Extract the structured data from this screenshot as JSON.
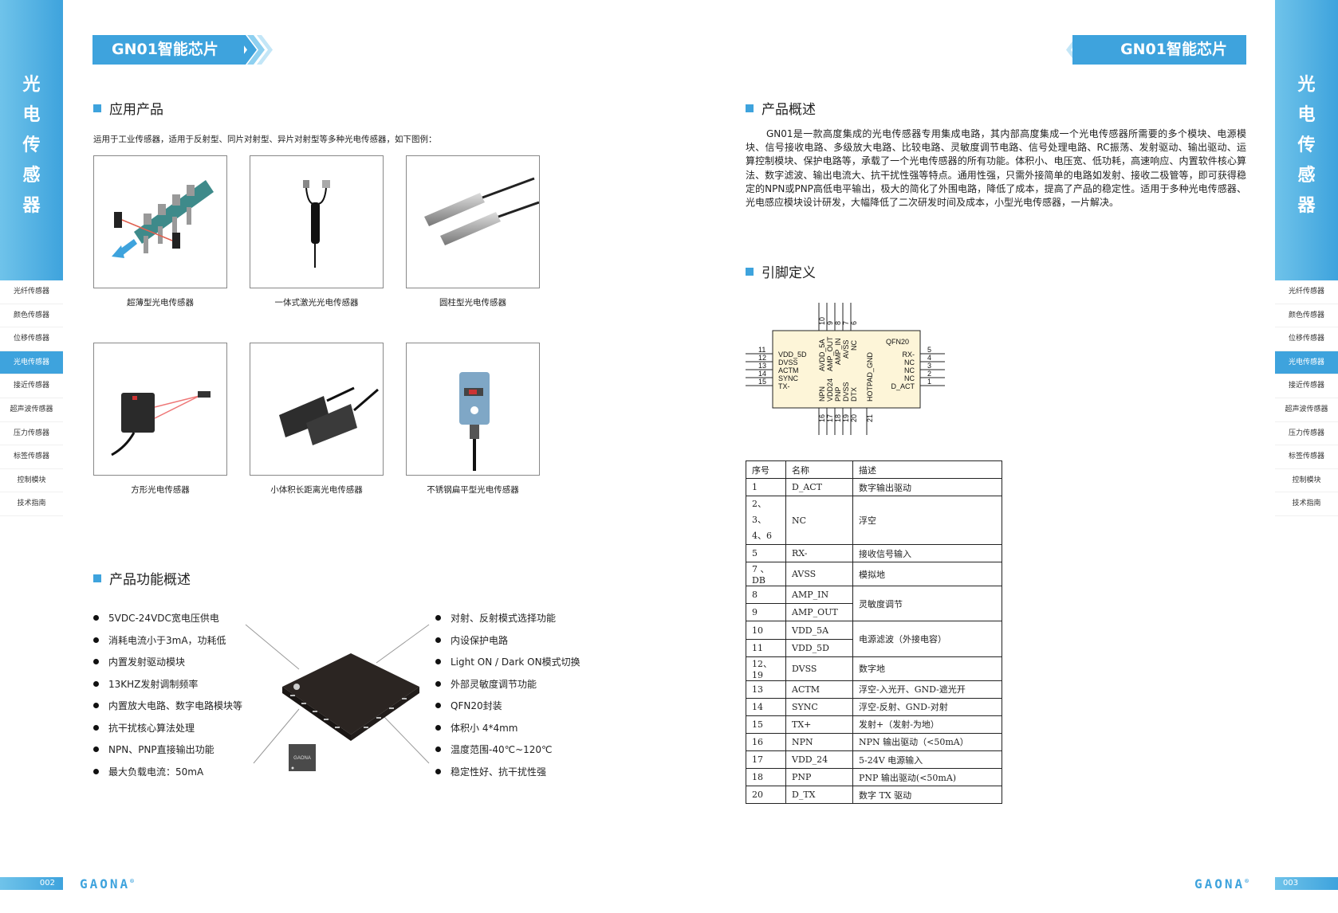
{
  "header": {
    "left_tab": "GN01智能芯片",
    "right_tab": "GN01智能芯片"
  },
  "sidebar": {
    "title_chars": [
      "光",
      "电",
      "传",
      "感",
      "器"
    ],
    "items": [
      "光纤传感器",
      "颜色传感器",
      "位移传感器",
      "光电传感器",
      "接近传感器",
      "超声波传感器",
      "压力传感器",
      "标签传感器",
      "控制模块",
      "技术指南"
    ],
    "active_index": 3,
    "accent_color": "#3ea3dd"
  },
  "left_page": {
    "page_number": "002",
    "section_apps": "应用产品",
    "apps_intro": "运用于工业传感器，适用于反射型、同片对射型、异片对射型等多种光电传感器，如下图例：",
    "products": [
      {
        "caption": "超薄型光电传感器",
        "icon": "thin-sensor-image"
      },
      {
        "caption": "一体式激光光电传感器",
        "icon": "laser-sensor-image"
      },
      {
        "caption": "圆柱型光电传感器",
        "icon": "cylinder-sensor-image"
      },
      {
        "caption": "方形光电传感器",
        "icon": "square-sensor-image"
      },
      {
        "caption": "小体积长距离光电传感器",
        "icon": "small-long-range-sensor-image"
      },
      {
        "caption": "不锈钢扁平型光电传感器",
        "icon": "stainless-flat-sensor-image"
      }
    ],
    "section_features": "产品功能概述",
    "features_left": [
      "5VDC-24VDC宽电压供电",
      "消耗电流小于3mA，功耗低",
      "内置发射驱动模块",
      "13KHZ发射调制频率",
      "内置放大电路、数字电路模块等",
      "抗干扰核心算法处理",
      "NPN、PNP直接输出功能",
      "最大负载电流：50mA"
    ],
    "features_right": [
      "对射、反射模式选择功能",
      "内设保护电路",
      "Light ON / Dark ON模式切换",
      "外部灵敏度调节功能",
      "QFN20封装",
      "体积小 4*4mm",
      "温度范围-40℃~120℃",
      "稳定性好、抗干扰性强"
    ],
    "chip_mark": "GAONA"
  },
  "right_page": {
    "page_number": "003",
    "section_overview": "产品概述",
    "overview_text": "GN01是一款高度集成的光电传感器专用集成电路，其内部高度集成一个光电传感器所需要的多个模块、电源模块、信号接收电路、多级放大电路、比较电路、灵敏度调节电路、信号处理电路、RC振荡、发射驱动、输出驱动、运算控制模块、保护电路等，承载了一个光电传感器的所有功能。体积小、电压宽、低功耗，高速响应、内置软件核心算法、数字滤波、输出电流大、抗干扰性强等特点。通用性强，只需外接简单的电路如发射、接收二极管等，即可获得稳定的NPN或PNP高低电平输出，极大的简化了外围电路，降低了成本，提高了产品的稳定性。适用于多种光电传感器、光电感应模块设计研发，大幅降低了二次研发时间及成本，小型光电传感器，一片解决。",
    "section_pins": "引脚定义",
    "pin_diagram": {
      "package": "QFN20",
      "left_pins": [
        {
          "num": "11",
          "name": "VDD_5D"
        },
        {
          "num": "12",
          "name": "DVSS"
        },
        {
          "num": "13",
          "name": "ACTM"
        },
        {
          "num": "14",
          "name": "SYNC"
        },
        {
          "num": "15",
          "name": "TX-"
        }
      ],
      "right_pins": [
        {
          "num": "5",
          "name": "RX-"
        },
        {
          "num": "4",
          "name": "NC"
        },
        {
          "num": "3",
          "name": "NC"
        },
        {
          "num": "2",
          "name": "NC"
        },
        {
          "num": "1",
          "name": "D_ACT"
        }
      ],
      "top_pins": [
        {
          "num": "10",
          "name": "AVDD_5A"
        },
        {
          "num": "9",
          "name": "AMP_OUT"
        },
        {
          "num": "8",
          "name": "AMP_IN"
        },
        {
          "num": "7",
          "name": "AVSS"
        },
        {
          "num": "6",
          "name": "NC"
        }
      ],
      "bottom_pins": [
        {
          "num": "16",
          "name": "NPN"
        },
        {
          "num": "17",
          "name": "VDD24"
        },
        {
          "num": "18",
          "name": "PNP"
        },
        {
          "num": "19",
          "name": "DVSS"
        },
        {
          "num": "20",
          "name": "DTX"
        },
        {
          "num": "21",
          "name": "HOTPAD_GND"
        }
      ]
    },
    "table": {
      "headers": [
        "序号",
        "名称",
        "描述"
      ],
      "rows": [
        [
          "1",
          "D_ACT",
          "数字输出驱动"
        ],
        [
          "2、3、4、6",
          "NC",
          "浮空"
        ],
        [
          "5",
          "RX-",
          "接收信号输入"
        ],
        [
          "7 、DB",
          "AVSS",
          "模拟地"
        ],
        [
          "8",
          "AMP_IN",
          "灵敏度调节"
        ],
        [
          "9",
          "AMP_OUT",
          ""
        ],
        [
          "10",
          "VDD_5A",
          "电源滤波（外接电容）"
        ],
        [
          "11",
          "VDD_5D",
          ""
        ],
        [
          "12、19",
          "DVSS",
          "数字地"
        ],
        [
          "13",
          "ACTM",
          "浮空-入光开、GND-遮光开"
        ],
        [
          "14",
          "SYNC",
          "浮空-反射、GND-对射"
        ],
        [
          "15",
          "TX+",
          "发射+（发射-为地）"
        ],
        [
          "16",
          "NPN",
          "NPN 输出驱动（<50mA）"
        ],
        [
          "17",
          "VDD_24",
          "5-24V 电源输入"
        ],
        [
          "18",
          "PNP",
          "PNP 输出驱动(<50mA)"
        ],
        [
          "20",
          "D_TX",
          "数字 TX 驱动"
        ]
      ]
    }
  },
  "footer": {
    "logo_text": "GAONA",
    "logo_mark": "®"
  }
}
